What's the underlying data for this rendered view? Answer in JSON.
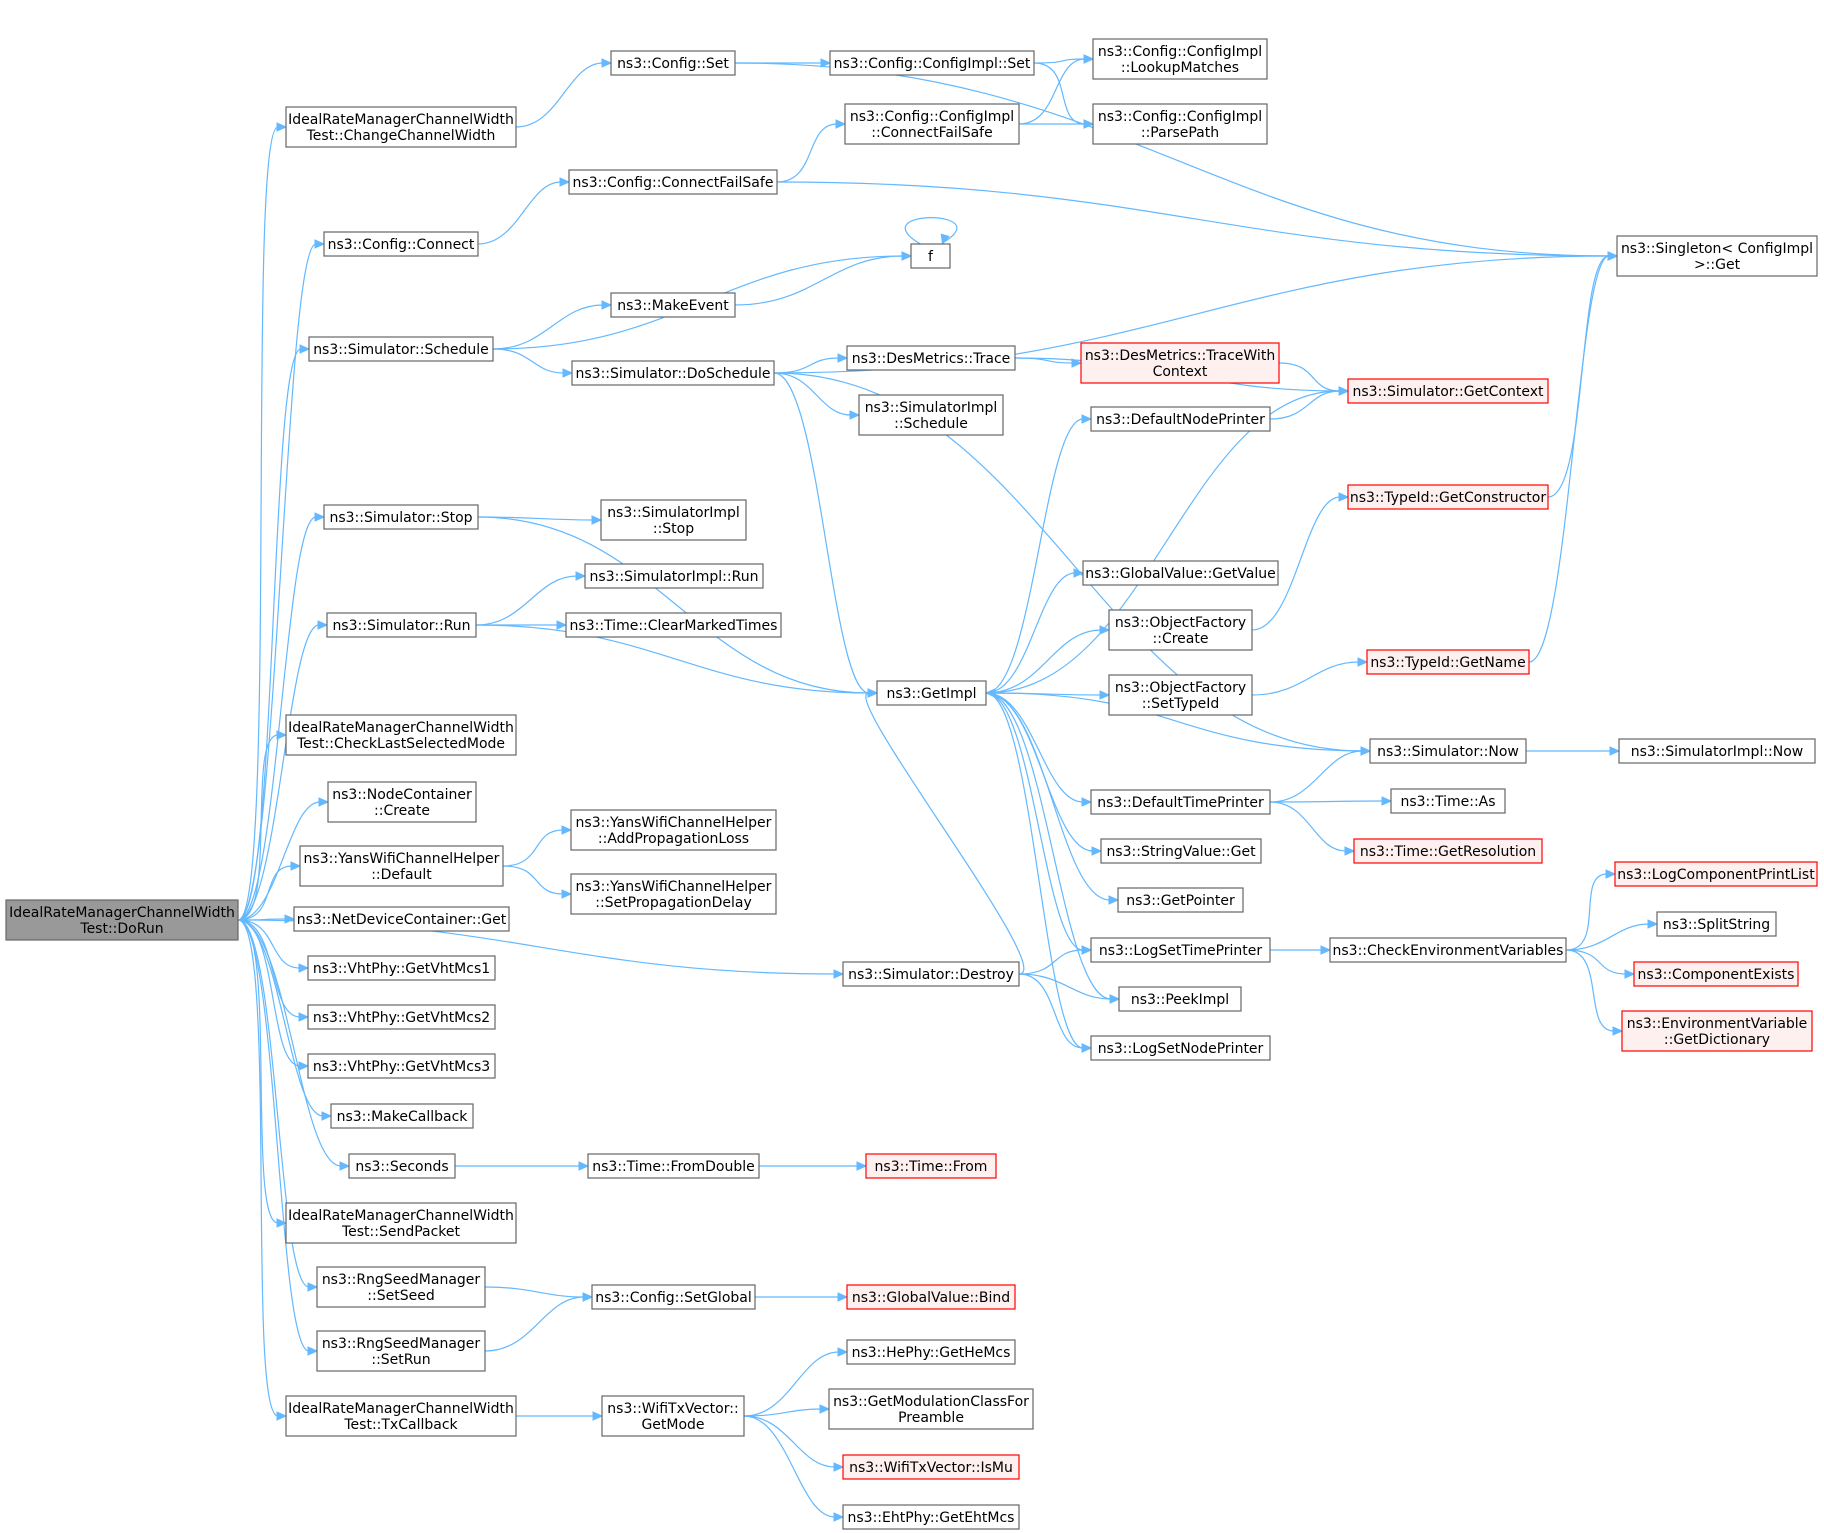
{
  "colors": {
    "edge": "#63b8ff",
    "node_border": "#666666",
    "root_fill": "#999999",
    "truncated_border": "#ff0000",
    "truncated_fill": "#fff0f0"
  },
  "nodes": [
    {
      "id": "root",
      "lines": [
        "IdealRateManagerChannelWidth",
        "Test::DoRun"
      ],
      "style": "root"
    },
    {
      "id": "changeCW",
      "lines": [
        "IdealRateManagerChannelWidth",
        "Test::ChangeChannelWidth"
      ]
    },
    {
      "id": "cfgConnect",
      "lines": [
        "ns3::Config::Connect"
      ]
    },
    {
      "id": "simSchedule",
      "lines": [
        "ns3::Simulator::Schedule"
      ]
    },
    {
      "id": "simStop",
      "lines": [
        "ns3::Simulator::Stop"
      ]
    },
    {
      "id": "simRun",
      "lines": [
        "ns3::Simulator::Run"
      ]
    },
    {
      "id": "checkLast",
      "lines": [
        "IdealRateManagerChannelWidth",
        "Test::CheckLastSelectedMode"
      ]
    },
    {
      "id": "ncCreate",
      "lines": [
        "ns3::NodeContainer",
        "::Create"
      ]
    },
    {
      "id": "yansDefault",
      "lines": [
        "ns3::YansWifiChannelHelper",
        "::Default"
      ]
    },
    {
      "id": "ndcGet",
      "lines": [
        "ns3::NetDeviceContainer::Get"
      ]
    },
    {
      "id": "vht1",
      "lines": [
        "ns3::VhtPhy::GetVhtMcs1"
      ]
    },
    {
      "id": "vht2",
      "lines": [
        "ns3::VhtPhy::GetVhtMcs2"
      ]
    },
    {
      "id": "vht3",
      "lines": [
        "ns3::VhtPhy::GetVhtMcs3"
      ]
    },
    {
      "id": "makeCallback",
      "lines": [
        "ns3::MakeCallback"
      ]
    },
    {
      "id": "seconds",
      "lines": [
        "ns3::Seconds"
      ]
    },
    {
      "id": "sendPacket",
      "lines": [
        "IdealRateManagerChannelWidth",
        "Test::SendPacket"
      ]
    },
    {
      "id": "setSeed",
      "lines": [
        "ns3::RngSeedManager",
        "::SetSeed"
      ]
    },
    {
      "id": "setRun",
      "lines": [
        "ns3::RngSeedManager",
        "::SetRun"
      ]
    },
    {
      "id": "txCallback",
      "lines": [
        "IdealRateManagerChannelWidth",
        "Test::TxCallback"
      ]
    },
    {
      "id": "cfgSet",
      "lines": [
        "ns3::Config::Set"
      ]
    },
    {
      "id": "cfgConnectFS",
      "lines": [
        "ns3::Config::ConnectFailSafe"
      ]
    },
    {
      "id": "makeEvent",
      "lines": [
        "ns3::MakeEvent"
      ]
    },
    {
      "id": "simDoSchedule",
      "lines": [
        "ns3::Simulator::DoSchedule"
      ]
    },
    {
      "id": "simImplStop",
      "lines": [
        "ns3::SimulatorImpl",
        "::Stop"
      ]
    },
    {
      "id": "simImplRun",
      "lines": [
        "ns3::SimulatorImpl::Run"
      ]
    },
    {
      "id": "clearMarked",
      "lines": [
        "ns3::Time::ClearMarkedTimes"
      ]
    },
    {
      "id": "simDestroy",
      "lines": [
        "ns3::Simulator::Destroy"
      ]
    },
    {
      "id": "yansAddProp",
      "lines": [
        "ns3::YansWifiChannelHelper",
        "::AddPropagationLoss"
      ]
    },
    {
      "id": "yansSetProp",
      "lines": [
        "ns3::YansWifiChannelHelper",
        "::SetPropagationDelay"
      ]
    },
    {
      "id": "timeFromDouble",
      "lines": [
        "ns3::Time::FromDouble"
      ]
    },
    {
      "id": "cfgSetGlobal",
      "lines": [
        "ns3::Config::SetGlobal"
      ]
    },
    {
      "id": "getMode",
      "lines": [
        "ns3::WifiTxVector::",
        "GetMode"
      ]
    },
    {
      "id": "implSet",
      "lines": [
        "ns3::Config::ConfigImpl::Set"
      ]
    },
    {
      "id": "implConnectFS",
      "lines": [
        "ns3::Config::ConfigImpl",
        "::ConnectFailSafe"
      ]
    },
    {
      "id": "f",
      "lines": [
        "f"
      ]
    },
    {
      "id": "desTrace",
      "lines": [
        "ns3::DesMetrics::Trace"
      ]
    },
    {
      "id": "simImplSchedule",
      "lines": [
        "ns3::SimulatorImpl",
        "::Schedule"
      ]
    },
    {
      "id": "getImpl",
      "lines": [
        "ns3::GetImpl"
      ]
    },
    {
      "id": "timeFrom",
      "lines": [
        "ns3::Time::From"
      ],
      "style": "trunc"
    },
    {
      "id": "gvBind",
      "lines": [
        "ns3::GlobalValue::Bind"
      ],
      "style": "trunc"
    },
    {
      "id": "heMcs",
      "lines": [
        "ns3::HePhy::GetHeMcs"
      ]
    },
    {
      "id": "modClass",
      "lines": [
        "ns3::GetModulationClassFor",
        "Preamble"
      ]
    },
    {
      "id": "isMu",
      "lines": [
        "ns3::WifiTxVector::IsMu"
      ],
      "style": "trunc"
    },
    {
      "id": "ehtMcs",
      "lines": [
        "ns3::EhtPhy::GetEhtMcs"
      ]
    },
    {
      "id": "lookup",
      "lines": [
        "ns3::Config::ConfigImpl",
        "::LookupMatches"
      ]
    },
    {
      "id": "parsePath",
      "lines": [
        "ns3::Config::ConfigImpl",
        "::ParsePath"
      ]
    },
    {
      "id": "traceCtx",
      "lines": [
        "ns3::DesMetrics::TraceWith",
        "Context"
      ],
      "style": "trunc"
    },
    {
      "id": "defNodePrinter",
      "lines": [
        "ns3::DefaultNodePrinter"
      ]
    },
    {
      "id": "gvGetValue",
      "lines": [
        "ns3::GlobalValue::GetValue"
      ]
    },
    {
      "id": "ofCreate",
      "lines": [
        "ns3::ObjectFactory",
        "::Create"
      ]
    },
    {
      "id": "ofSetTypeId",
      "lines": [
        "ns3::ObjectFactory",
        "::SetTypeId"
      ]
    },
    {
      "id": "defTimePrinter",
      "lines": [
        "ns3::DefaultTimePrinter"
      ]
    },
    {
      "id": "svGet",
      "lines": [
        "ns3::StringValue::Get"
      ]
    },
    {
      "id": "getPointer",
      "lines": [
        "ns3::GetPointer"
      ]
    },
    {
      "id": "logSetTime",
      "lines": [
        "ns3::LogSetTimePrinter"
      ]
    },
    {
      "id": "peekImpl",
      "lines": [
        "ns3::PeekImpl"
      ]
    },
    {
      "id": "logSetNode",
      "lines": [
        "ns3::LogSetNodePrinter"
      ]
    },
    {
      "id": "singleton",
      "lines": [
        "ns3::Singleton< ConfigImpl",
        " >::Get"
      ]
    },
    {
      "id": "getContext",
      "lines": [
        "ns3::Simulator::GetContext"
      ],
      "style": "trunc"
    },
    {
      "id": "getCtor",
      "lines": [
        "ns3::TypeId::GetConstructor"
      ],
      "style": "trunc"
    },
    {
      "id": "getName",
      "lines": [
        "ns3::TypeId::GetName"
      ],
      "style": "trunc"
    },
    {
      "id": "simNow",
      "lines": [
        "ns3::Simulator::Now"
      ]
    },
    {
      "id": "timeAs",
      "lines": [
        "ns3::Time::As"
      ]
    },
    {
      "id": "getRes",
      "lines": [
        "ns3::Time::GetResolution"
      ],
      "style": "trunc"
    },
    {
      "id": "checkEnv",
      "lines": [
        "ns3::CheckEnvironmentVariables"
      ]
    },
    {
      "id": "simImplNow",
      "lines": [
        "ns3::SimulatorImpl::Now"
      ]
    },
    {
      "id": "logCompList",
      "lines": [
        "ns3::LogComponentPrintList"
      ],
      "style": "trunc"
    },
    {
      "id": "splitString",
      "lines": [
        "ns3::SplitString"
      ]
    },
    {
      "id": "compExists",
      "lines": [
        "ns3::ComponentExists"
      ],
      "style": "trunc"
    },
    {
      "id": "envDict",
      "lines": [
        "ns3::EnvironmentVariable",
        "::GetDictionary"
      ],
      "style": "trunc"
    }
  ],
  "edges": [
    [
      "root",
      "changeCW"
    ],
    [
      "root",
      "cfgConnect"
    ],
    [
      "root",
      "simSchedule"
    ],
    [
      "root",
      "simStop"
    ],
    [
      "root",
      "simRun"
    ],
    [
      "root",
      "checkLast"
    ],
    [
      "root",
      "ncCreate"
    ],
    [
      "root",
      "yansDefault"
    ],
    [
      "root",
      "ndcGet"
    ],
    [
      "root",
      "vht1"
    ],
    [
      "root",
      "vht2"
    ],
    [
      "root",
      "vht3"
    ],
    [
      "root",
      "makeCallback"
    ],
    [
      "root",
      "seconds"
    ],
    [
      "root",
      "sendPacket"
    ],
    [
      "root",
      "setSeed"
    ],
    [
      "root",
      "setRun"
    ],
    [
      "root",
      "txCallback"
    ],
    [
      "root",
      "simDestroy"
    ],
    [
      "changeCW",
      "cfgSet"
    ],
    [
      "cfgSet",
      "implSet"
    ],
    [
      "cfgSet",
      "singleton"
    ],
    [
      "implSet",
      "lookup"
    ],
    [
      "implSet",
      "parsePath"
    ],
    [
      "cfgConnect",
      "cfgConnectFS"
    ],
    [
      "cfgConnectFS",
      "implConnectFS"
    ],
    [
      "cfgConnectFS",
      "singleton"
    ],
    [
      "implConnectFS",
      "lookup"
    ],
    [
      "implConnectFS",
      "parsePath"
    ],
    [
      "simSchedule",
      "f"
    ],
    [
      "simSchedule",
      "makeEvent"
    ],
    [
      "simSchedule",
      "simDoSchedule"
    ],
    [
      "makeEvent",
      "f"
    ],
    [
      "f",
      "f"
    ],
    [
      "simDoSchedule",
      "singleton"
    ],
    [
      "simDoSchedule",
      "desTrace"
    ],
    [
      "simDoSchedule",
      "simImplSchedule"
    ],
    [
      "simDoSchedule",
      "getImpl"
    ],
    [
      "simDoSchedule",
      "simNow"
    ],
    [
      "desTrace",
      "traceCtx"
    ],
    [
      "desTrace",
      "getContext"
    ],
    [
      "traceCtx",
      "getContext"
    ],
    [
      "simStop",
      "getImpl"
    ],
    [
      "simStop",
      "simImplStop"
    ],
    [
      "simRun",
      "simImplRun"
    ],
    [
      "simRun",
      "clearMarked"
    ],
    [
      "simRun",
      "getImpl"
    ],
    [
      "yansDefault",
      "yansAddProp"
    ],
    [
      "yansDefault",
      "yansSetProp"
    ],
    [
      "seconds",
      "timeFromDouble"
    ],
    [
      "timeFromDouble",
      "timeFrom"
    ],
    [
      "setSeed",
      "cfgSetGlobal"
    ],
    [
      "setRun",
      "cfgSetGlobal"
    ],
    [
      "cfgSetGlobal",
      "gvBind"
    ],
    [
      "txCallback",
      "getMode"
    ],
    [
      "getMode",
      "heMcs"
    ],
    [
      "getMode",
      "modClass"
    ],
    [
      "getMode",
      "isMu"
    ],
    [
      "getMode",
      "ehtMcs"
    ],
    [
      "simDestroy",
      "getImpl"
    ],
    [
      "simDestroy",
      "logSetTime"
    ],
    [
      "simDestroy",
      "peekImpl"
    ],
    [
      "simDestroy",
      "logSetNode"
    ],
    [
      "getImpl",
      "defNodePrinter"
    ],
    [
      "getImpl",
      "getContext"
    ],
    [
      "getImpl",
      "gvGetValue"
    ],
    [
      "getImpl",
      "ofCreate"
    ],
    [
      "getImpl",
      "ofSetTypeId"
    ],
    [
      "getImpl",
      "defTimePrinter"
    ],
    [
      "getImpl",
      "svGet"
    ],
    [
      "getImpl",
      "getPointer"
    ],
    [
      "getImpl",
      "logSetTime"
    ],
    [
      "getImpl",
      "peekImpl"
    ],
    [
      "getImpl",
      "logSetNode"
    ],
    [
      "defNodePrinter",
      "getContext"
    ],
    [
      "ofCreate",
      "getCtor"
    ],
    [
      "getCtor",
      "singleton"
    ],
    [
      "ofSetTypeId",
      "getName"
    ],
    [
      "getName",
      "singleton"
    ],
    [
      "simNow",
      "getImpl"
    ],
    [
      "simNow",
      "simImplNow"
    ],
    [
      "defTimePrinter",
      "simNow"
    ],
    [
      "defTimePrinter",
      "timeAs"
    ],
    [
      "defTimePrinter",
      "getRes"
    ],
    [
      "logSetTime",
      "checkEnv"
    ],
    [
      "checkEnv",
      "logCompList"
    ],
    [
      "checkEnv",
      "splitString"
    ],
    [
      "checkEnv",
      "compExists"
    ],
    [
      "checkEnv",
      "envDict"
    ]
  ]
}
